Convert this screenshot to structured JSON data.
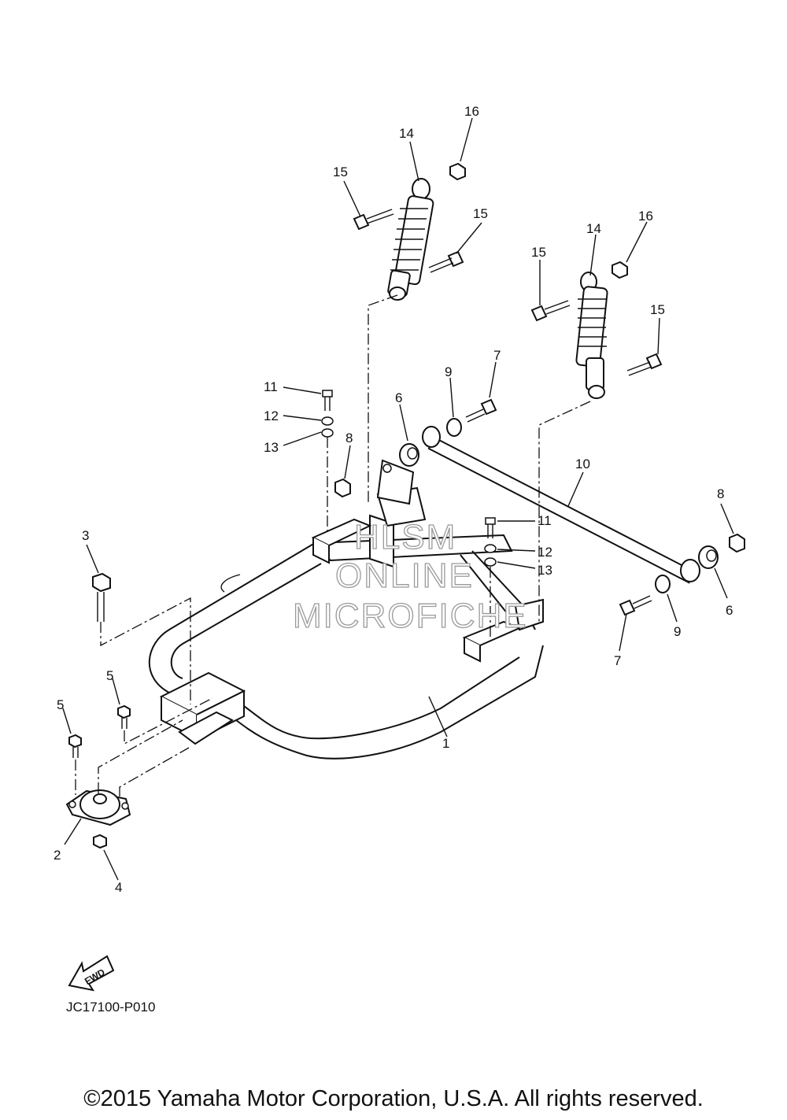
{
  "callouts": [
    "1",
    "2",
    "3",
    "4",
    "5",
    "6",
    "7",
    "8",
    "9",
    "10",
    "11",
    "12",
    "13",
    "14",
    "15",
    "16"
  ],
  "watermark": {
    "line1": "HLSM",
    "line2": "ONLINE",
    "line3": "MICROFICHE"
  },
  "fwd_label": "FWD",
  "diagram_code": "JC17100-P010",
  "copyright": "©2015 Yamaha Motor Corporation, U.S.A. All rights reserved."
}
